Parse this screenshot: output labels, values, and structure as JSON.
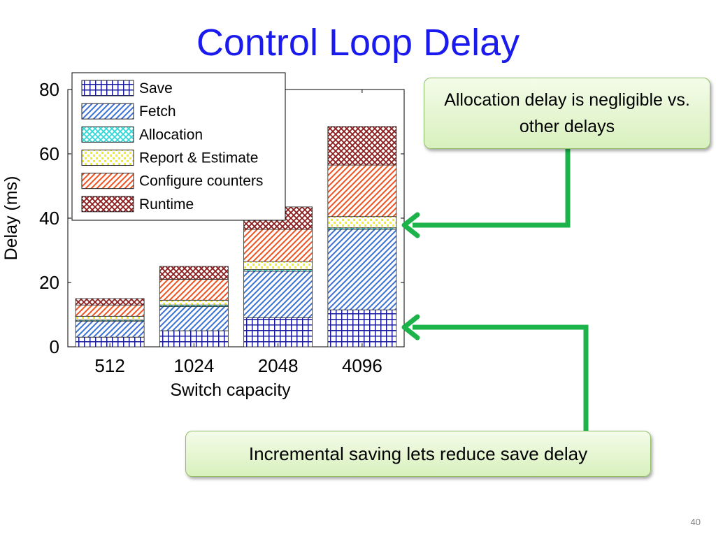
{
  "slide": {
    "title": "Control Loop Delay",
    "page_number": "40"
  },
  "callouts": {
    "allocation": "Allocation delay is negligible vs. other delays",
    "saving": "Incremental saving lets reduce save delay"
  },
  "arrow_color": "#1db34b",
  "chart_data": {
    "type": "bar",
    "stacked": true,
    "title": "",
    "xlabel": "Switch capacity",
    "ylabel": "Delay (ms)",
    "ylim": [
      0,
      80
    ],
    "yticks": [
      0,
      20,
      40,
      60,
      80
    ],
    "grid": false,
    "legend_position": "top-left",
    "categories": [
      "512",
      "1024",
      "2048",
      "4096"
    ],
    "series": [
      {
        "name": "Save",
        "values": [
          3.0,
          5.0,
          9.0,
          11.5
        ],
        "color": "#1a1a9e",
        "pattern": "grid"
      },
      {
        "name": "Fetch",
        "values": [
          5.0,
          7.5,
          14.5,
          25.0
        ],
        "color": "#3c6fd6",
        "pattern": "diagonal"
      },
      {
        "name": "Allocation",
        "values": [
          0.3,
          0.5,
          0.5,
          0.5
        ],
        "color": "#30d8d8",
        "pattern": "crosshatch"
      },
      {
        "name": "Report & Estimate",
        "values": [
          1.2,
          1.5,
          2.5,
          3.5
        ],
        "color": "#f2ef1a",
        "pattern": "dots"
      },
      {
        "name": "Configure counters",
        "values": [
          3.5,
          6.5,
          10.0,
          16.0
        ],
        "color": "#f0501e",
        "pattern": "diagonal"
      },
      {
        "name": "Runtime",
        "values": [
          2.0,
          4.0,
          7.0,
          12.0
        ],
        "color": "#8b1a1a",
        "pattern": "crosshatch"
      }
    ]
  }
}
